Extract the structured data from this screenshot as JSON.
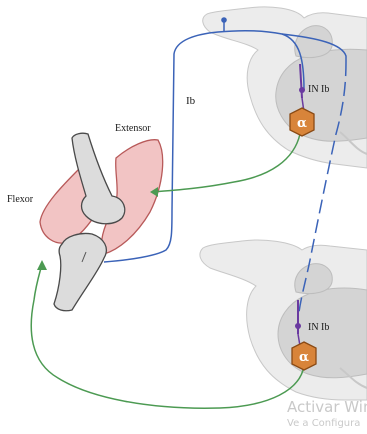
{
  "labels": {
    "extensor": "Extensor",
    "flexor": "Flexor",
    "ib": "Ib",
    "interneuron_upper": "IN Ib",
    "interneuron_lower": "IN Ib",
    "motor_neuron_upper": "α",
    "motor_neuron_lower": "α"
  },
  "watermark": {
    "title": "Activar Win",
    "subtitle": "Ve a Configura"
  },
  "colors": {
    "afferent_ib": "#3b63b8",
    "motor_axon": "#4c9a52",
    "interneuron": "#6a3aa0",
    "motor_neuron": "#d8843a",
    "muscle_fill": "#f2c4c4",
    "muscle_stroke": "#b85a5a",
    "bone_fill": "#dcdcdc",
    "spinal_gray": "#d6d6d6"
  }
}
